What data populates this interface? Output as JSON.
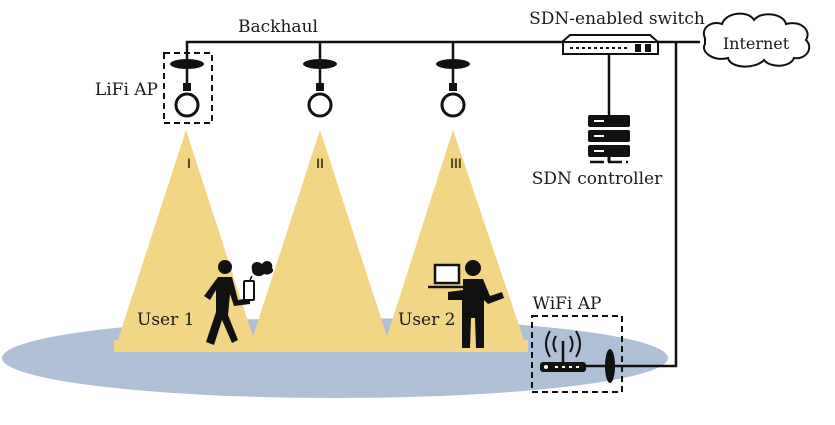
{
  "diagram": {
    "labels": {
      "backhaul": "Backhaul",
      "sdn_switch": "SDN-enabled switch",
      "internet": "Internet",
      "lifi_ap": "LiFi AP",
      "sdn_controller": "SDN controller",
      "wifi_ap": "WiFi AP",
      "user1": "User 1",
      "user2": "User 2"
    },
    "cells": [
      {
        "id": "I",
        "label": "I"
      },
      {
        "id": "II",
        "label": "II"
      },
      {
        "id": "III",
        "label": "III"
      }
    ],
    "colors": {
      "light_cone": "#f2d585",
      "floor": "#aebfd6",
      "line": "#111111",
      "text": "#1a1a1a"
    },
    "icons": [
      "lamp-icon",
      "switch-icon",
      "cloud-icon",
      "server-icon",
      "router-icon",
      "walking-user-icon",
      "standing-user-icon",
      "smartphone-icon",
      "laptop-icon"
    ]
  }
}
